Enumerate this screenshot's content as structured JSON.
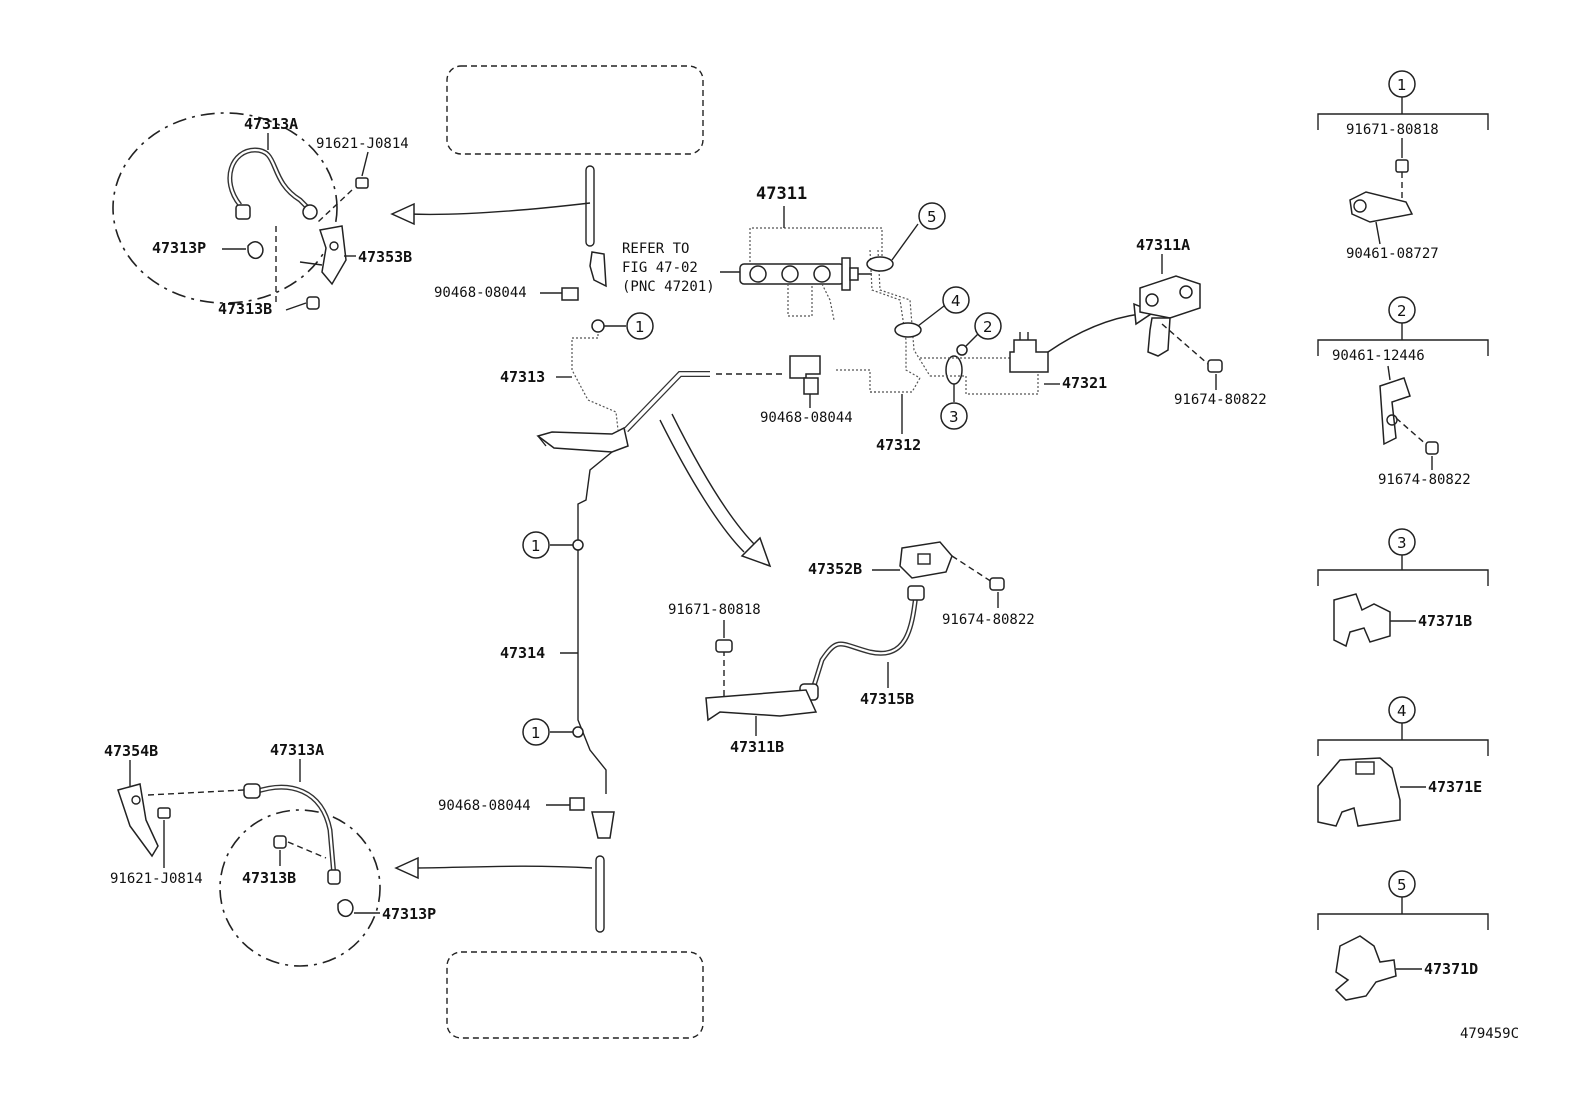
{
  "diagram": {
    "drawing_number": "479459C",
    "reference": {
      "line1": "REFER TO",
      "line2": "FIG 47-02",
      "line3": "(PNC 47201)"
    },
    "labels": {
      "p47311": "47311",
      "p47311A": "47311A",
      "p47311B": "47311B",
      "p47312": "47312",
      "p47313": "47313",
      "p47313A_top": "47313A",
      "p47313A_bottom": "47313A",
      "p47313P_top": "47313P",
      "p47313P_bottom": "47313P",
      "p47313B_top": "47313B",
      "p47313B_bottom": "47313B",
      "p47314": "47314",
      "p47315B": "47315B",
      "p47321": "47321",
      "p47352B": "47352B",
      "p47353B": "47353B",
      "p47354B": "47354B",
      "p91621_top": "91621-J0814",
      "p91621_bottom": "91621-J0814",
      "p90468_a": "90468-08044",
      "p90468_b": "90468-08044",
      "p90468_c": "90468-08044",
      "p91671_mid": "91671-80818",
      "p91674_mid": "91674-80822",
      "p91674_right": "91674-80822"
    },
    "callouts": {
      "c1_a": "1",
      "c1_b": "1",
      "c1_c": "1",
      "c2": "2",
      "c3": "3",
      "c4": "4",
      "c5": "5"
    },
    "legend": [
      {
        "number": "1",
        "parts": [
          "91671-80818",
          "90461-08727"
        ]
      },
      {
        "number": "2",
        "parts": [
          "90461-12446",
          "91674-80822"
        ]
      },
      {
        "number": "3",
        "parts": [
          "47371B"
        ]
      },
      {
        "number": "4",
        "parts": [
          "47371E"
        ]
      },
      {
        "number": "5",
        "parts": [
          "47371D"
        ]
      }
    ]
  }
}
